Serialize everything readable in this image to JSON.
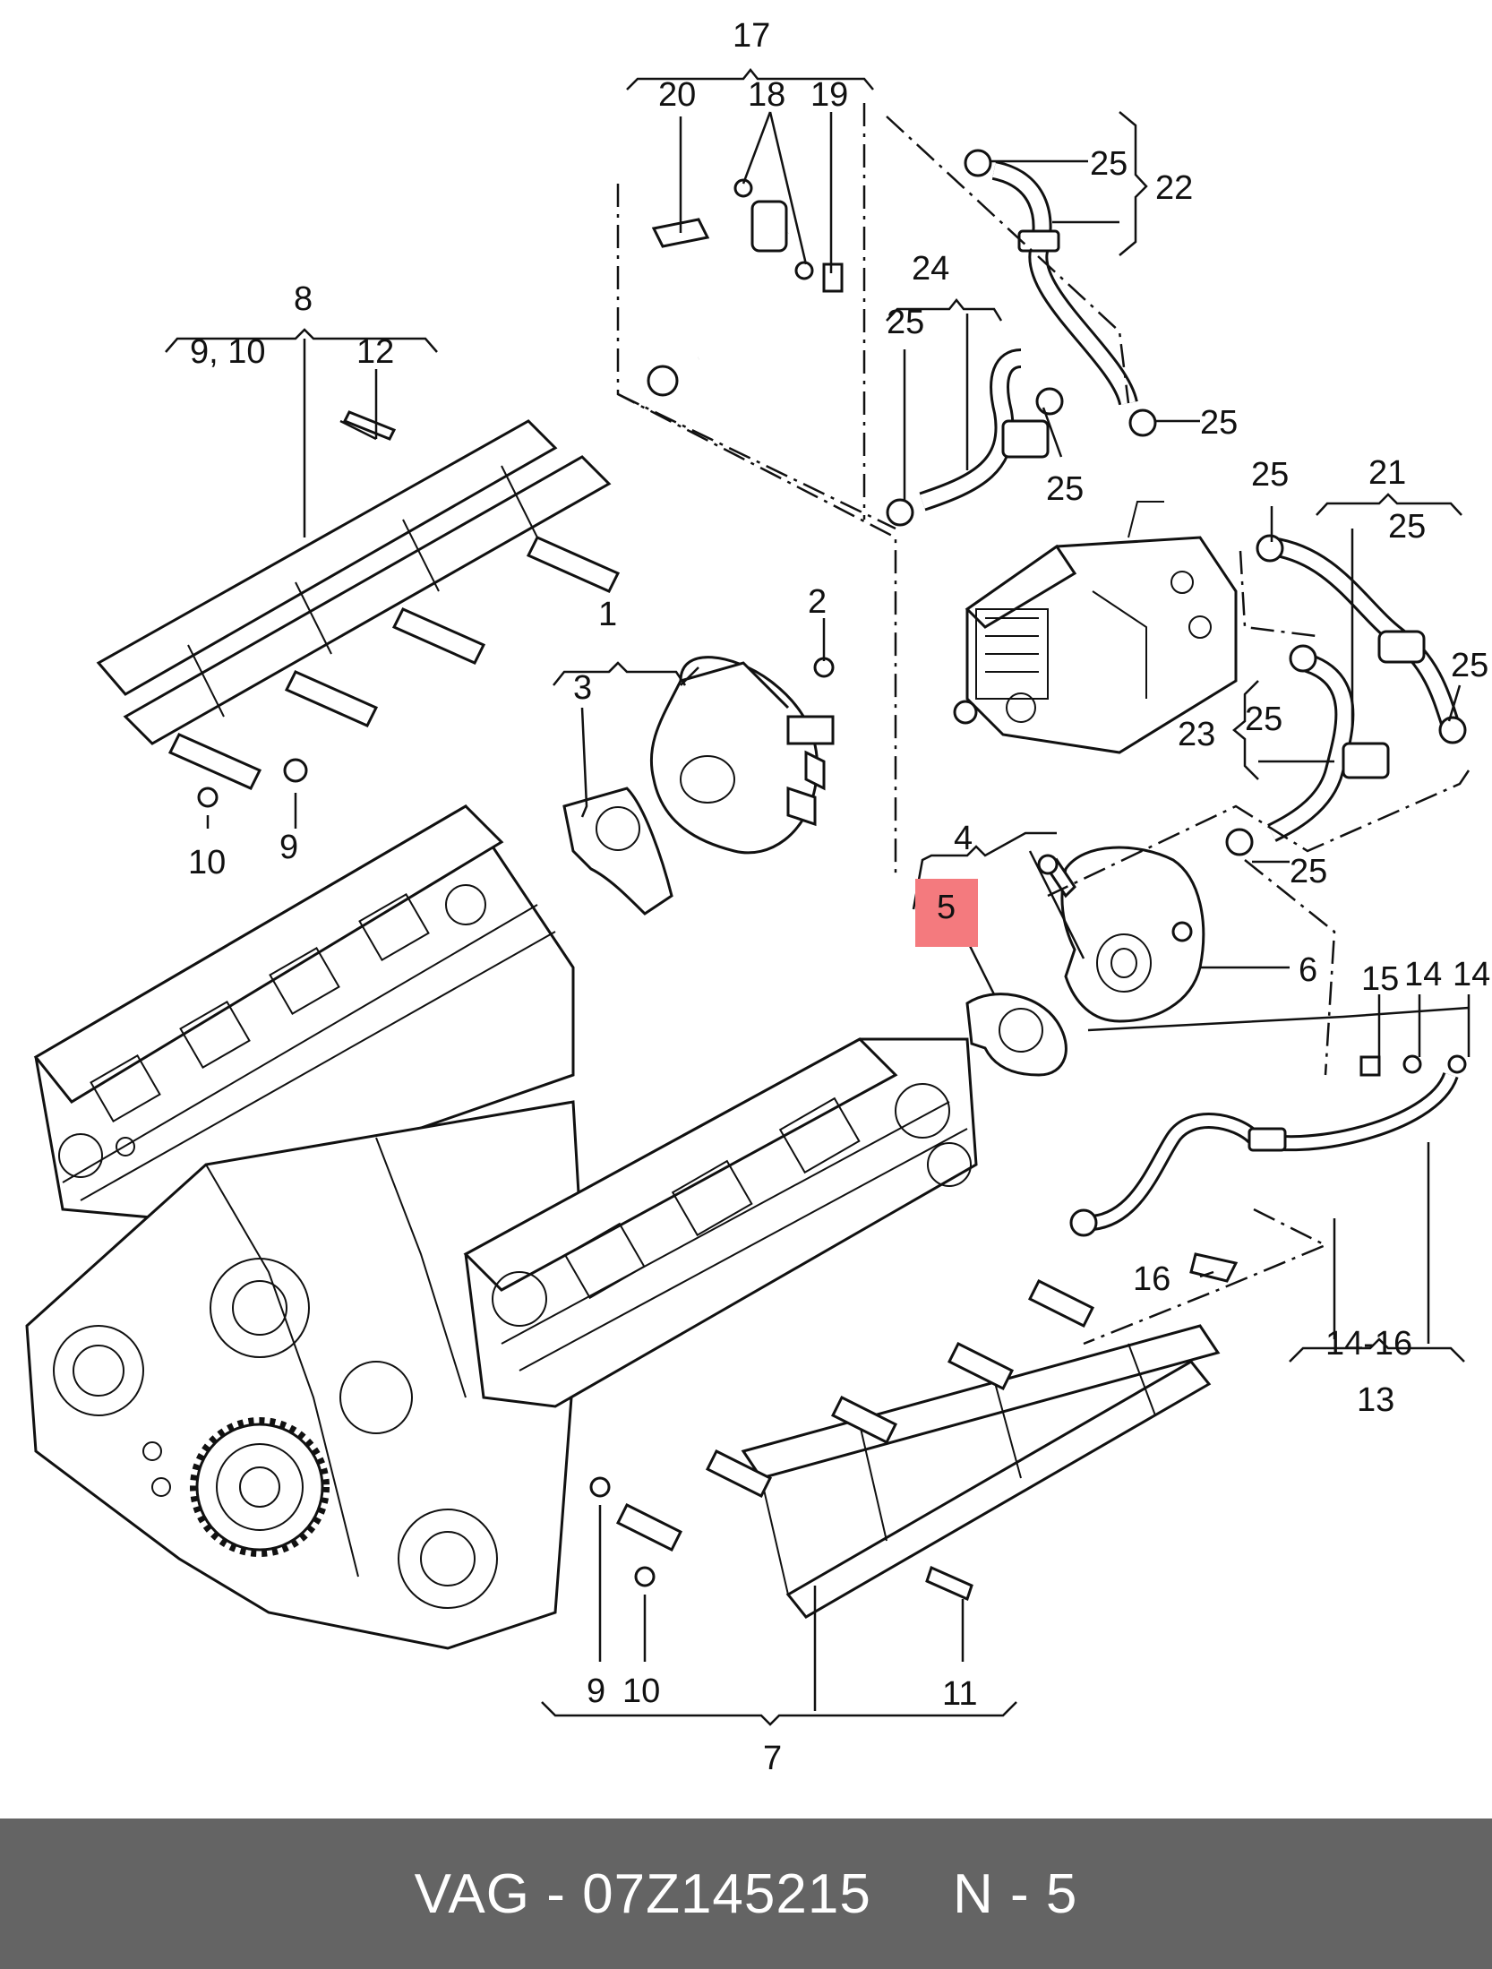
{
  "diagram": {
    "highlight_color": "#f47a7e",
    "callouts": {
      "c17": "17",
      "c20": "20",
      "c18": "18",
      "c19": "19",
      "c25a": "25",
      "c22": "22",
      "c24": "24",
      "c25b": "25",
      "c8": "8",
      "c910": "9, 10",
      "c12": "12",
      "c25c": "25",
      "c25d": "25",
      "c25e": "25",
      "c21": "21",
      "c25f": "25",
      "c1": "1",
      "c2": "2",
      "c3": "3",
      "c25g": "25",
      "c25h": "25",
      "c23": "23",
      "c10a": "10",
      "c9a": "9",
      "c4": "4",
      "c5": "5",
      "c25i": "25",
      "c6": "6",
      "c15": "15",
      "c14a": "14",
      "c14b": "14",
      "c16": "16",
      "c1416": "14-16",
      "c13": "13",
      "c9b": "9",
      "c10b": "10",
      "c11": "11",
      "c7": "7"
    }
  },
  "footer": {
    "brand": "VAG",
    "separator": " - ",
    "part_number": "07Z145215",
    "position_label": "N - 5"
  }
}
